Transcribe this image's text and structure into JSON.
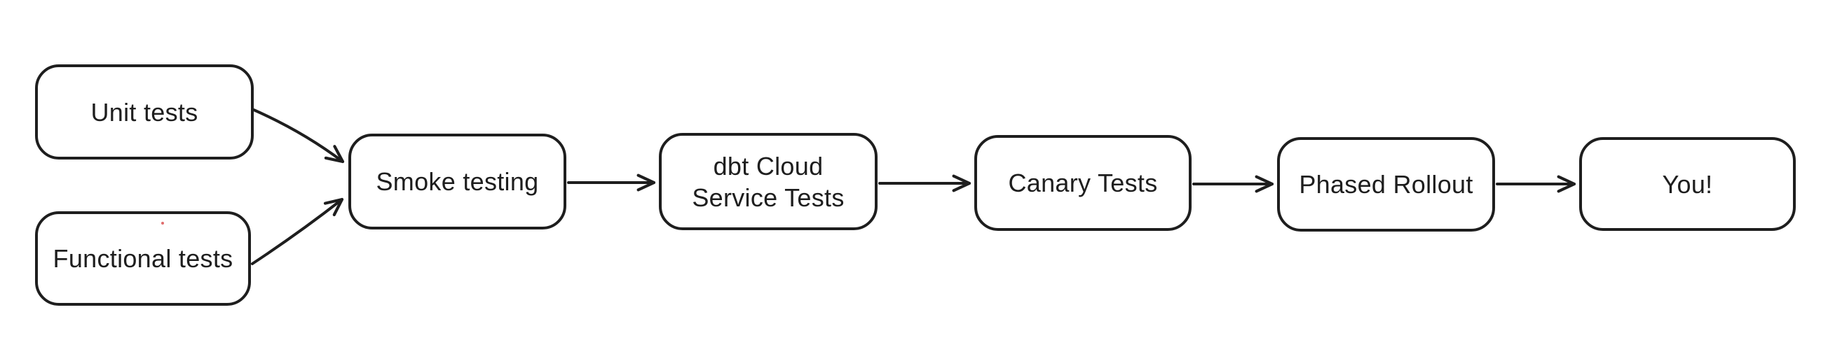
{
  "diagram": {
    "type": "flowchart",
    "style": "hand-drawn",
    "colors": {
      "stroke": "#1e1e1e",
      "text": "#1e1e1e",
      "node_fill": "#ffffff",
      "background": "#ffffff",
      "artifact_dot": "#e06c6c"
    },
    "nodes": [
      {
        "id": "unit-tests",
        "label": "Unit tests"
      },
      {
        "id": "functional-tests",
        "label": "Functional tests"
      },
      {
        "id": "smoke-testing",
        "label": "Smoke testing"
      },
      {
        "id": "dbt-cloud-service-tests",
        "label": "dbt Cloud Service Tests",
        "label_lines": [
          "dbt Cloud",
          "Service Tests"
        ]
      },
      {
        "id": "canary-tests",
        "label": "Canary Tests"
      },
      {
        "id": "phased-rollout",
        "label": "Phased Rollout"
      },
      {
        "id": "you",
        "label": "You!"
      }
    ],
    "edges": [
      {
        "from": "unit-tests",
        "to": "smoke-testing"
      },
      {
        "from": "functional-tests",
        "to": "smoke-testing"
      },
      {
        "from": "smoke-testing",
        "to": "dbt-cloud-service-tests"
      },
      {
        "from": "dbt-cloud-service-tests",
        "to": "canary-tests"
      },
      {
        "from": "canary-tests",
        "to": "phased-rollout"
      },
      {
        "from": "phased-rollout",
        "to": "you"
      }
    ]
  }
}
